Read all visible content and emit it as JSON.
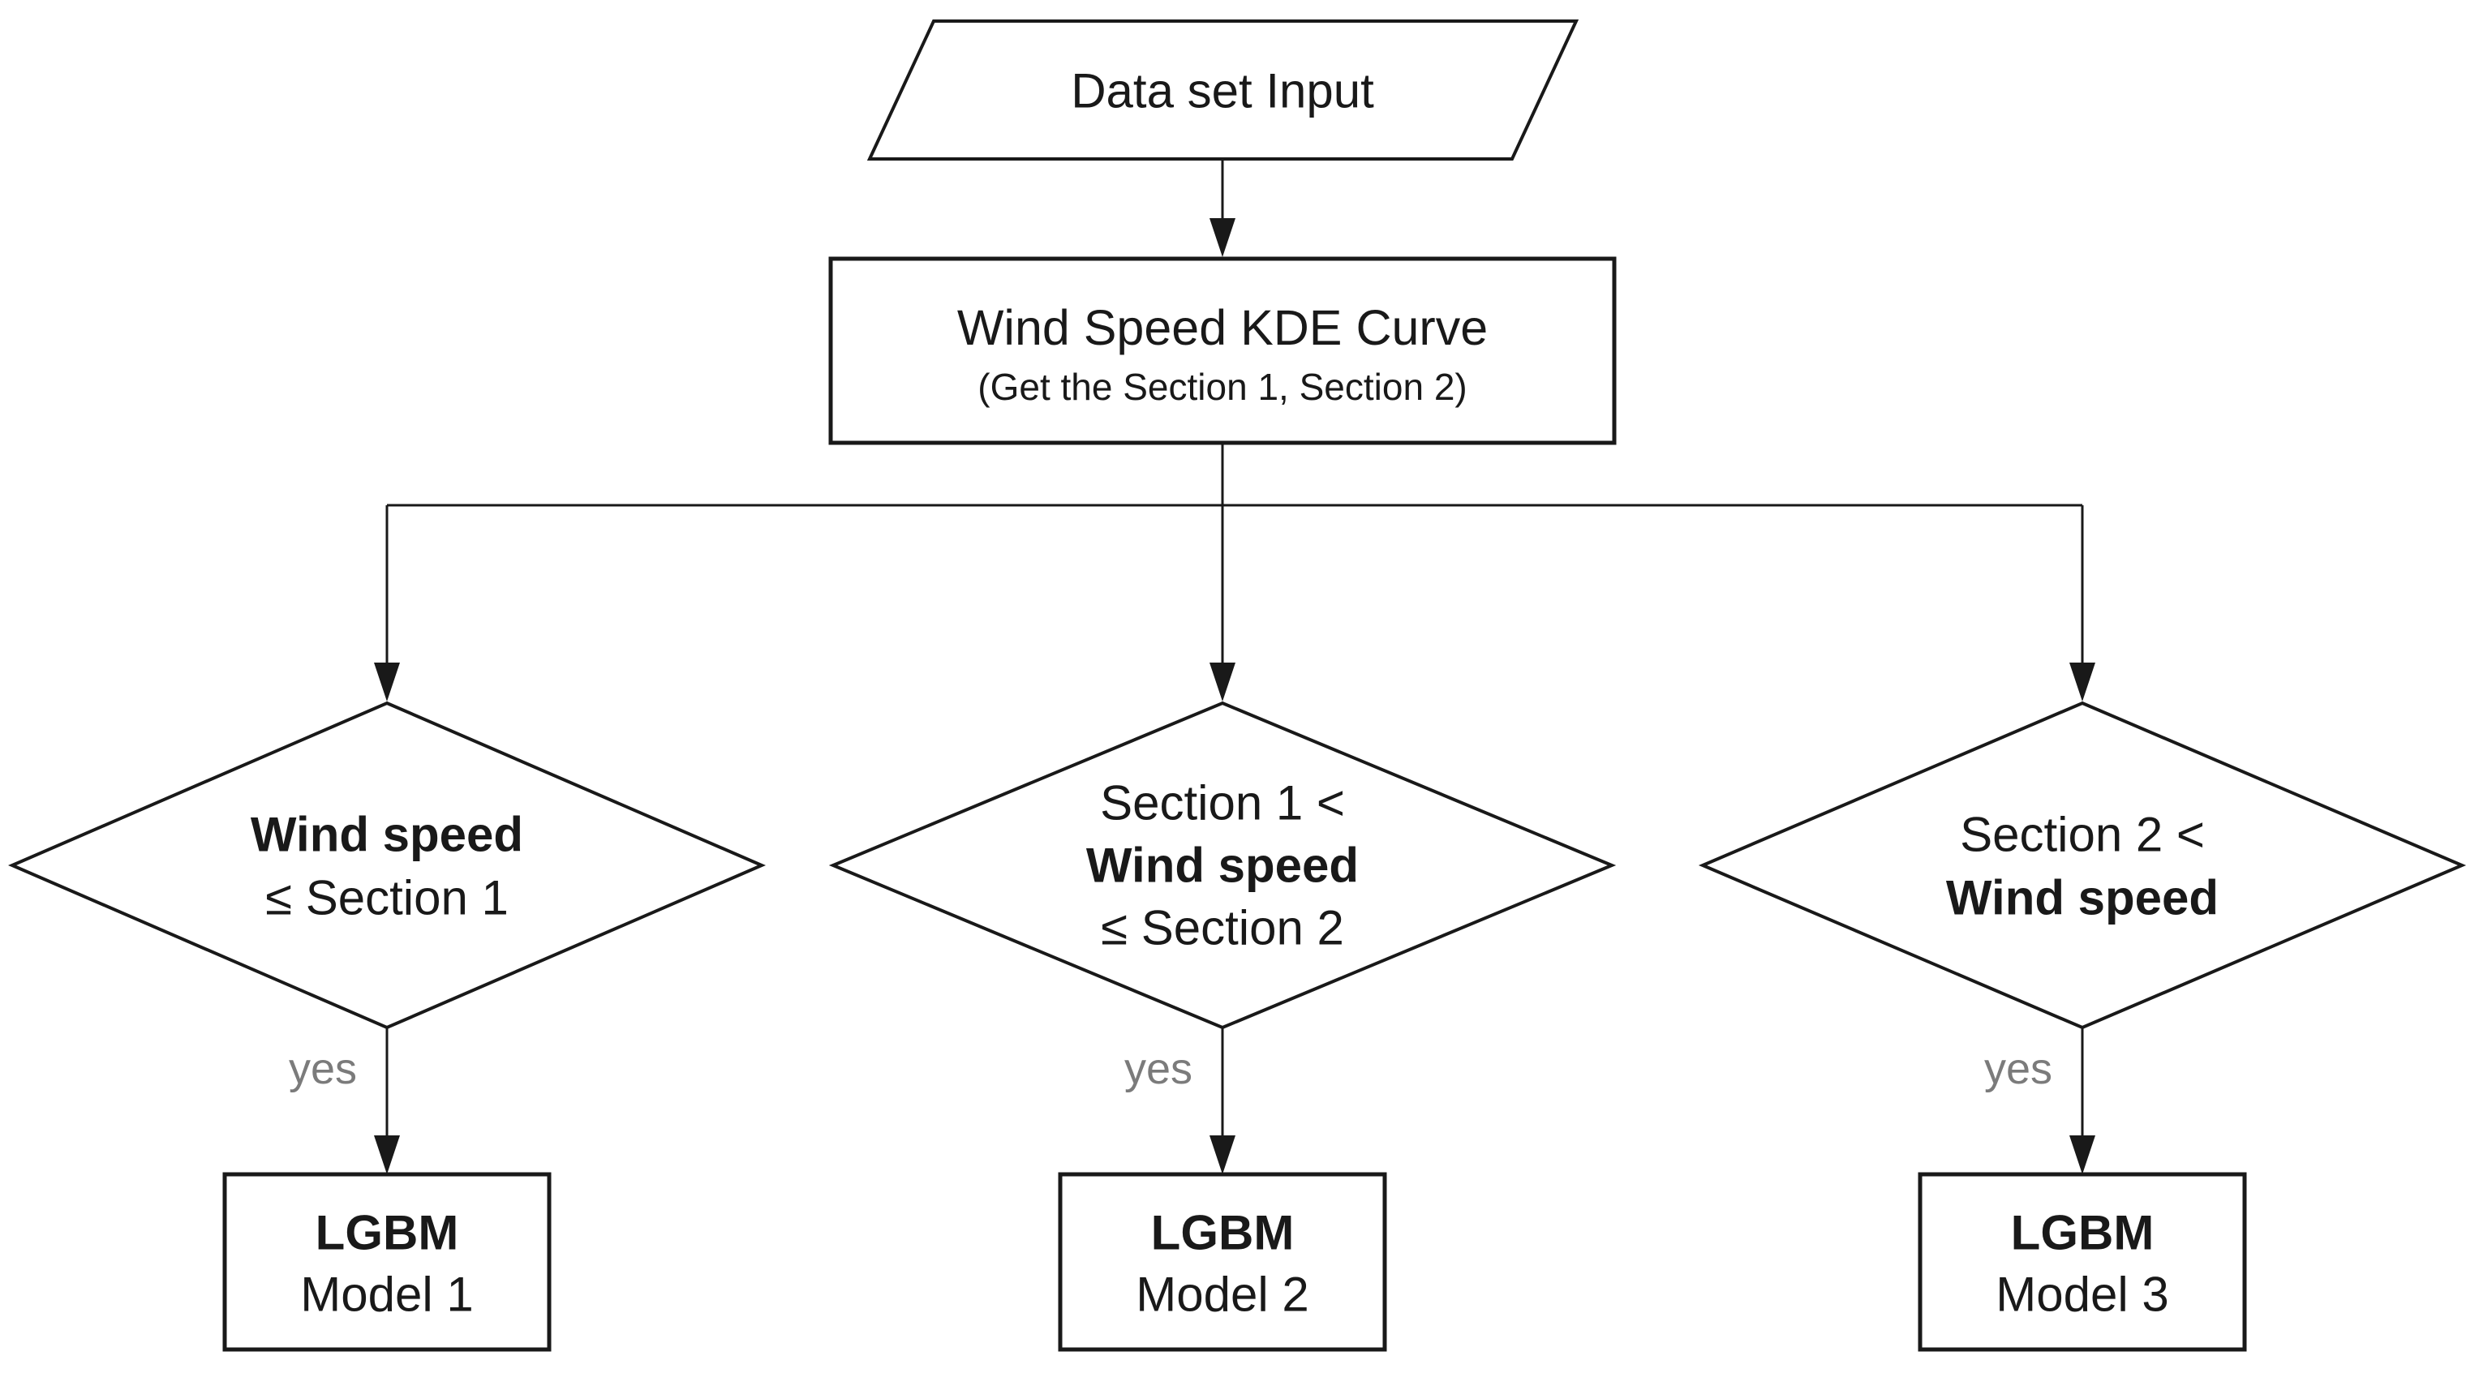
{
  "diagram": {
    "background": "#ffffff",
    "stroke_color": "#191919",
    "text_color": "#191919",
    "yes_label_color": "#7b7b7b",
    "nodes": {
      "input": {
        "shape": "parallelogram",
        "label": "Data set Input"
      },
      "kde": {
        "shape": "rectangle",
        "title": "Wind Speed KDE Curve",
        "subtitle": "(Get the Section 1, Section 2)"
      },
      "decision1": {
        "shape": "diamond",
        "line1": "Wind speed",
        "line2": "≤ Section 1"
      },
      "decision2": {
        "shape": "diamond",
        "line1": "Section 1 <",
        "line2": "Wind speed",
        "line3": "≤ Section 2"
      },
      "decision3": {
        "shape": "diamond",
        "line1": "Section 2 <",
        "line2": "Wind speed"
      },
      "model1": {
        "shape": "rectangle",
        "title": "LGBM",
        "subtitle": "Model 1"
      },
      "model2": {
        "shape": "rectangle",
        "title": "LGBM",
        "subtitle": "Model 2"
      },
      "model3": {
        "shape": "rectangle",
        "title": "LGBM",
        "subtitle": "Model 3"
      }
    },
    "edge_labels": {
      "yes1": "yes",
      "yes2": "yes",
      "yes3": "yes"
    }
  }
}
